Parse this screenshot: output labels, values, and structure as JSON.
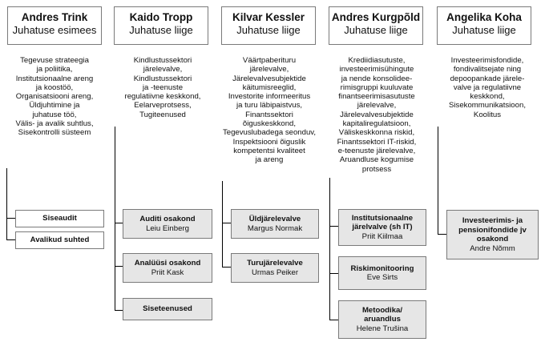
{
  "columns": [
    {
      "name": "Andres Trink",
      "role": "Juhatuse esimees",
      "description": "Tegevuse strateegia\nja poliitika,\nInstitutsionaalne areng\nja koostöö,\nOrganisatsiooni areng,\nÜldjuhtimine ja\njuhatuse töö,\nVälis- ja avalik suhtlus,\nSisekontrolli süsteem"
    },
    {
      "name": "Kaido Tropp",
      "role": "Juhatuse liige",
      "description": "Kindlustussektori\njärelevalve,\nKindlustussektori\nja -teenuste\nregulatiivne keskkond,\nEelarveprotsess,\nTugiteenused"
    },
    {
      "name": "Kilvar Kessler",
      "role": "Juhatuse liige",
      "description": "Väärtpaberituru\njärelevalve,\nJärelevalvesubjektide\nkäitumisreeglid,\nInvestorite informeeritus\nja turu läbipaistvus,\nFinantssektori\nõiguskeskkond,\nTegevuslubadega seonduv,\nInspektsiooni õiguslik\nkompetentsi kvaliteet\nja areng"
    },
    {
      "name": "Andres Kurgpõld",
      "role": "Juhatuse liige",
      "description": "Krediidiasutuste,\ninvesteerimisühingute\nja nende konsolidee-\nrimisgruppi kuuluvate\nfinantseerimisasutuste\njärelevalve,\nJärelevalvesubjektide\nkapitaliregulatsioon,\nVäliskeskkonna riskid,\nFinantssektori IT-riskid,\ne-teenuste järelevalve,\nAruandluse kogumise\nprotsess"
    },
    {
      "name": "Angelika Koha",
      "role": "Juhatuse liige",
      "description": "Investeerimisfondide,\nfondivalitsejate ning\ndepoopankade järele-\nvalve ja regulatiivne\nkeskkond,\nSisekommunikatsioon,\nKoolitus"
    }
  ],
  "units": {
    "trink": [
      {
        "title": "Siseaudit",
        "person": ""
      },
      {
        "title": "Avalikud suhted",
        "person": ""
      }
    ],
    "tropp": [
      {
        "title": "Auditi osakond",
        "person": "Leiu Einberg"
      },
      {
        "title": "Analüüsi osakond",
        "person": "Priit Kask"
      },
      {
        "title": "Siseteenused",
        "person": ""
      }
    ],
    "kessler": [
      {
        "title": "Üldjärelevalve",
        "person": "Margus Normak"
      },
      {
        "title": "Turujärelevalve",
        "person": "Urmas Peiker"
      }
    ],
    "kurgpold": [
      {
        "title": "Institutsionaalne\njärelvalve (sh IT)",
        "person": "Priit Kiilmaa"
      },
      {
        "title": "Riskimonitooring",
        "person": "Eve Sirts"
      },
      {
        "title": "Metoodika/\naruandlus",
        "person": "Helene Trušina"
      }
    ],
    "koha": [
      {
        "title": "Investeerimis- ja\npensionifondide jv\nosakond",
        "person": "Andre Nõmm"
      }
    ]
  }
}
